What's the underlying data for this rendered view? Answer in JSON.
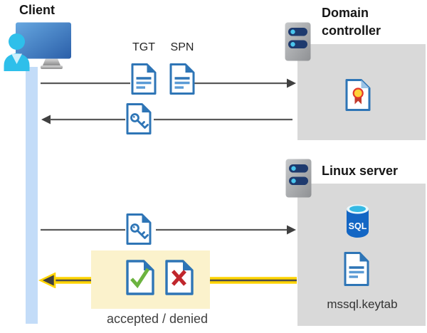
{
  "diagram": {
    "client_label": "Client",
    "domain_controller_label": "Domain controller",
    "linux_server_label": "Linux server",
    "tgt_label": "TGT",
    "spn_label": "SPN",
    "sql_label": "SQL",
    "keytab_label": "mssql.keytab",
    "result_label": "accepted / denied"
  },
  "colors": {
    "doc_blue": "#2e75b6",
    "doc_blue_light": "#5b9bd5",
    "fold_light_blue": "#9dc3e6",
    "accept_green": "#6cb33f",
    "deny_red": "#c0272d",
    "cert_gold": "#ffd23b",
    "cert_ribbon_red": "#c23b2e",
    "highlight_yellow_bg": "#fbf2cc",
    "arrow_yellow": "#ffd400",
    "arrow_line_gray": "#595959",
    "arrowhead_gray": "#404040",
    "box_gray": "#d9d9d9",
    "lifeline_blue": "#c3dcf8",
    "sql_body_blue": "#1366c4",
    "sql_top_cyan": "#35b9e4",
    "person_cyan": "#2ebfea",
    "server_pill_navy": "#1e3a6e",
    "server_dot_cyan": "#4ac6ee"
  },
  "icons": {
    "client": "person-at-monitor-icon",
    "domain_controller": "server-icon",
    "linux_server": "server-icon",
    "tgt": "text-document-icon",
    "spn": "text-document-icon",
    "ticket": "key-document-icon",
    "certificate": "certificate-document-icon",
    "database": "sql-database-icon",
    "keytab": "text-document-icon",
    "accepted": "check-document-icon",
    "denied": "x-document-icon"
  }
}
